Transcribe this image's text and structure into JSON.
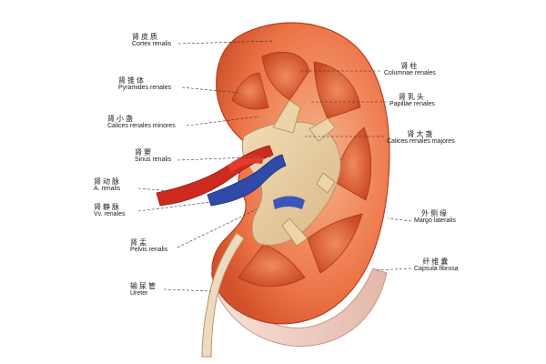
{
  "labels": {
    "cortex": {
      "zh": "肾皮质",
      "la": "Cortex renalis"
    },
    "pyramids": {
      "zh": "肾锥体",
      "la": "Pyramides renales"
    },
    "calices_minores": {
      "zh": "肾小盏",
      "la": "Calices renales minores"
    },
    "sinus": {
      "zh": "肾窦",
      "la": "Sinus renalis"
    },
    "artery": {
      "zh": "肾动脉",
      "la": "A. renalis"
    },
    "veins": {
      "zh": "肾静脉",
      "la": "Vv. renales"
    },
    "pelvis": {
      "zh": "肾盂",
      "la": "Pelvis renalis"
    },
    "ureter": {
      "zh": "输尿管",
      "la": "Ureter"
    },
    "columns": {
      "zh": "肾柱",
      "la": "Columnae renales"
    },
    "papillae": {
      "zh": "肾乳头",
      "la": "Papillae renales"
    },
    "calices_majores": {
      "zh": "肾大盏",
      "la": "Calices renales majores"
    },
    "margo": {
      "zh": "外侧缘",
      "la": "Margo lateralis"
    },
    "capsula": {
      "zh": "纤维囊",
      "la": "Capsula fibrosa"
    }
  },
  "colors": {
    "cortex": "#e8643a",
    "cortex_light": "#f5a67e",
    "pyramid": "#d9532c",
    "sinus": "#e7caa0",
    "artery": "#d42a1e",
    "vein": "#2f4aa8",
    "capsule": "#f2d2c8",
    "leader": "#333333"
  }
}
